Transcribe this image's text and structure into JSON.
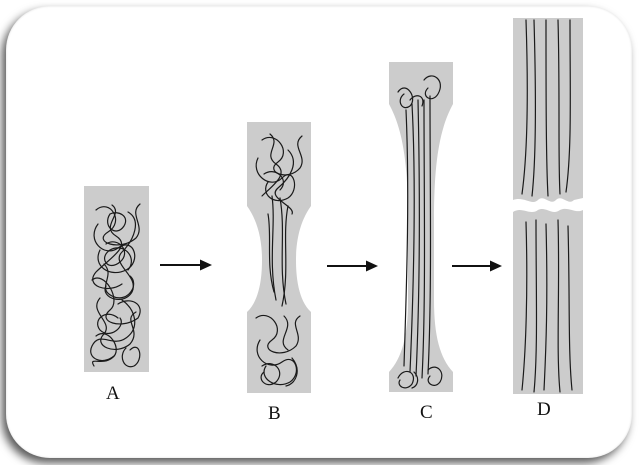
{
  "colors": {
    "specimen_fill": "#cccccc",
    "strand": "#1a1a1a",
    "arrow": "#111111",
    "frame_shadow": "#333333"
  },
  "stages": [
    {
      "id": "A",
      "label": "A"
    },
    {
      "id": "B",
      "label": "B"
    },
    {
      "id": "C",
      "label": "C"
    },
    {
      "id": "D",
      "label": "D"
    }
  ]
}
